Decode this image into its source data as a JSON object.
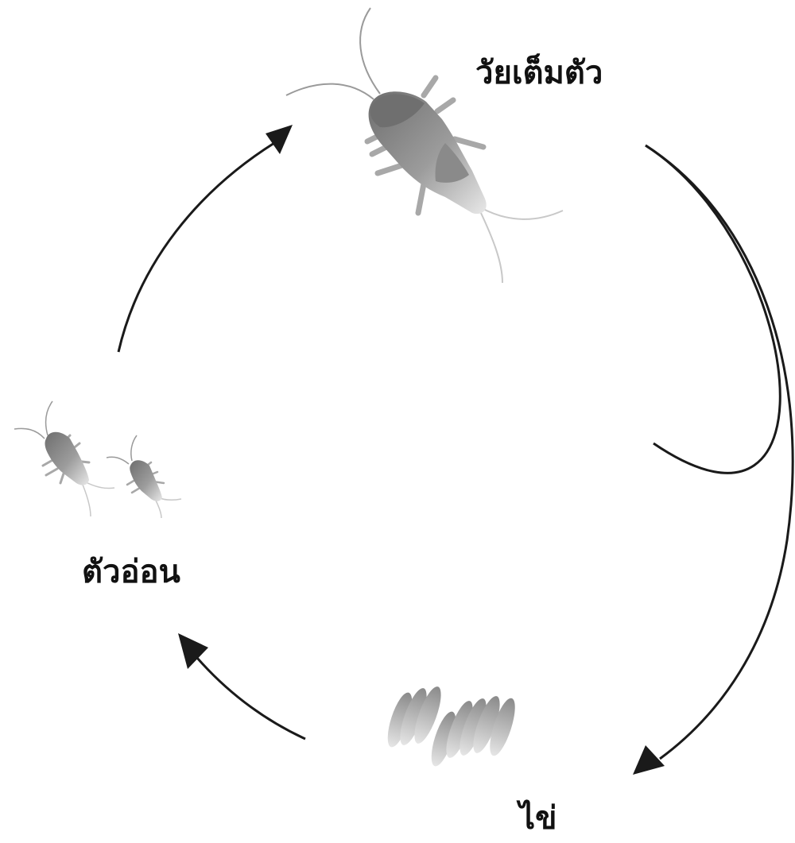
{
  "labels": {
    "adult": "วัยเต็มตัว",
    "egg": "ไข่",
    "nymph": "ตัวอ่อน"
  },
  "colors": {
    "arrow": "#1a1a1a",
    "body_dark": "#7a7a7a",
    "body_mid": "#9a9a9a",
    "body_light": "#c4c4c4",
    "egg": "#b0b0b0"
  }
}
